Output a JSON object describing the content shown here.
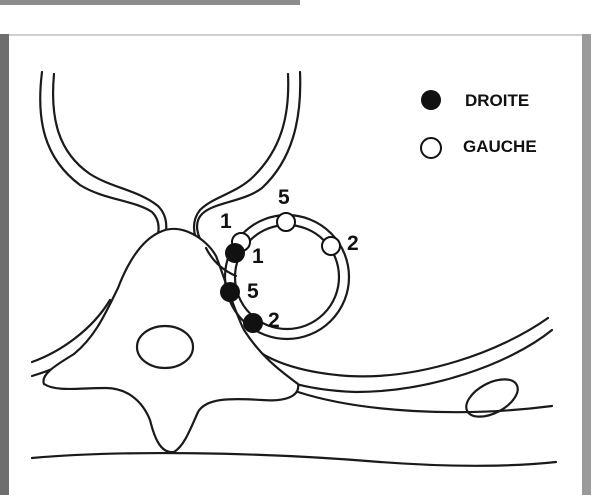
{
  "legend": {
    "right_label": "DROITE",
    "left_label": "GAUCHE"
  },
  "points": {
    "right": [
      "1",
      "5",
      "2"
    ],
    "left": [
      "1",
      "5",
      "2"
    ]
  },
  "colors": {
    "right_fill": "#111111",
    "left_fill": "#ffffff",
    "outline": "#1a1a1a",
    "frame": "#6e6e6e"
  }
}
